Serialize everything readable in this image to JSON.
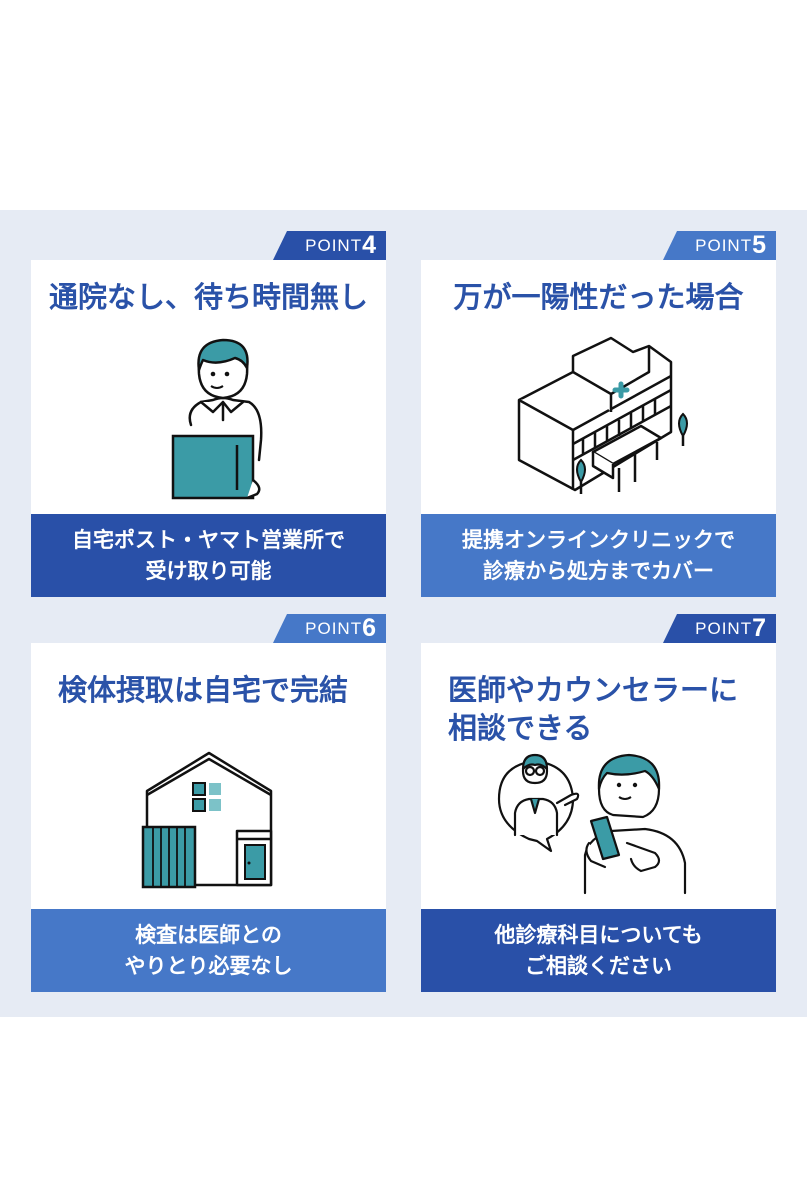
{
  "colors": {
    "section_bg": "#e6ebf4",
    "title_blue": "#2a52a8",
    "dark_blue": "#2950a8",
    "light_blue": "#4678c8",
    "teal": "#3b9ba6"
  },
  "cards": [
    {
      "point_label": "POINT",
      "point_number": "4",
      "title": "通院なし、待ち時間無し",
      "illustration": "person-holding-box-icon",
      "banner_line1": "自宅ポスト・ヤマト営業所で",
      "banner_line2": "受け取り可能"
    },
    {
      "point_label": "POINT",
      "point_number": "5",
      "title": "万が一陽性だった場合",
      "illustration": "hospital-building-icon",
      "banner_line1": "提携オンラインクリニックで",
      "banner_line2": "診療から処方までカバー"
    },
    {
      "point_label": "POINT",
      "point_number": "6",
      "title": "検体摂取は自宅で完結",
      "illustration": "house-icon",
      "banner_line1": "検査は医師との",
      "banner_line2": "やりとり必要なし"
    },
    {
      "point_label": "POINT",
      "point_number": "7",
      "title_line1": "医師やカウンセラーに",
      "title_line2": "相談できる",
      "illustration": "doctor-consultation-smartphone-icon",
      "banner_line1": "他診療科目についても",
      "banner_line2": "ご相談ください"
    }
  ]
}
